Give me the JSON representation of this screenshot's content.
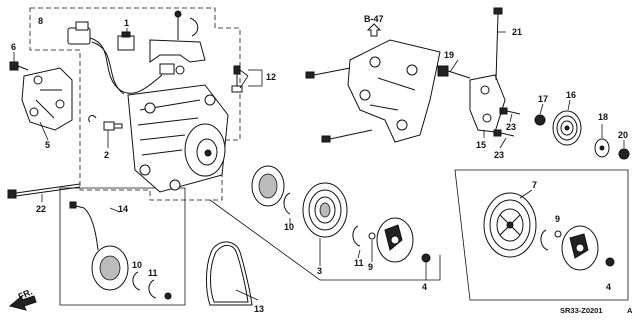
{
  "diagram": {
    "drawing_code": "SR33-Z0201",
    "drawing_suffix": "A",
    "ref_arrow_label": "B-47",
    "front_label": "FR.",
    "callouts": [
      "1",
      "2",
      "3",
      "4",
      "4",
      "5",
      "6",
      "7",
      "8",
      "9",
      "9",
      "10",
      "10",
      "11",
      "11",
      "12",
      "13",
      "14",
      "15",
      "16",
      "17",
      "18",
      "19",
      "20",
      "21",
      "22",
      "23",
      "23"
    ]
  }
}
